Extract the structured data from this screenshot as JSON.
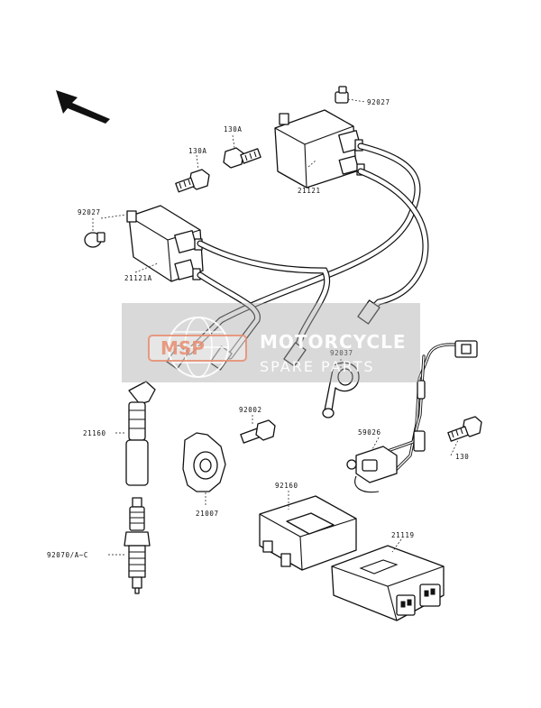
{
  "labels": {
    "p92027_top": "92027",
    "p130a_top": "130A",
    "p130a_left": "130A",
    "p21121": "21121",
    "p92027_left": "92027",
    "p21121a": "21121A",
    "p92037": "92037",
    "p21160": "21160",
    "p92002": "92002",
    "p59026": "59026",
    "p130": "130",
    "p21007": "21007",
    "p92160": "92160",
    "p21119": "21119",
    "p92070": "92070/A~C"
  },
  "watermark": {
    "logo": "MSP",
    "line1": "MOTORCYCLE",
    "line2": "SPARE PARTS"
  },
  "colors": {
    "ink": "#111111",
    "watermark_band": "#aaaaaa",
    "watermark_logo": "#e68c6e"
  },
  "icons": {
    "front_arrow": "arrow-up-left-icon"
  }
}
